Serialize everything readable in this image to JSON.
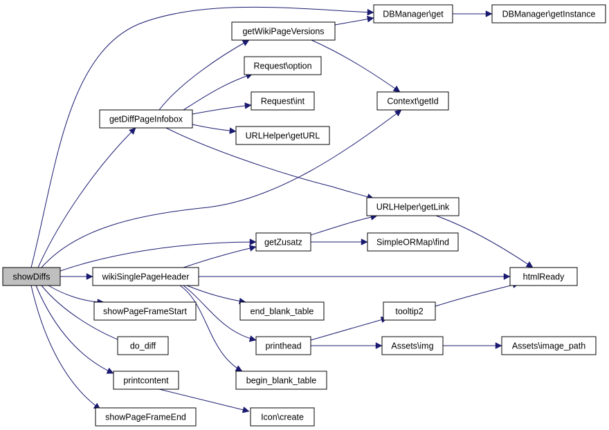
{
  "graph": {
    "root": "showDiffs",
    "colors": {
      "edge": "#191970",
      "root_fill": "#bfbfbf",
      "node_fill": "#ffffff",
      "node_stroke": "#000000"
    },
    "nodes": [
      {
        "id": "showDiffs",
        "label": "showDiffs"
      },
      {
        "id": "getDiffPageInfobox",
        "label": "getDiffPageInfobox"
      },
      {
        "id": "getWikiPageVersions",
        "label": "getWikiPageVersions"
      },
      {
        "id": "DBManagerGet",
        "label": "DBManager\\get"
      },
      {
        "id": "DBManagerGetInstance",
        "label": "DBManager\\getInstance"
      },
      {
        "id": "RequestOption",
        "label": "Request\\option"
      },
      {
        "id": "RequestInt",
        "label": "Request\\int"
      },
      {
        "id": "ContextGetId",
        "label": "Context\\getId"
      },
      {
        "id": "URLHelperGetURL",
        "label": "URLHelper\\getURL"
      },
      {
        "id": "URLHelperGetLink",
        "label": "URLHelper\\getLink"
      },
      {
        "id": "getZusatz",
        "label": "getZusatz"
      },
      {
        "id": "SimpleORMapFind",
        "label": "SimpleORMap\\find"
      },
      {
        "id": "wikiSinglePageHeader",
        "label": "wikiSinglePageHeader"
      },
      {
        "id": "htmlReady",
        "label": "htmlReady"
      },
      {
        "id": "showPageFrameStart",
        "label": "showPageFrameStart"
      },
      {
        "id": "endBlankTable",
        "label": "end_blank_table"
      },
      {
        "id": "tooltip2",
        "label": "tooltip2"
      },
      {
        "id": "doDiff",
        "label": "do_diff"
      },
      {
        "id": "printhead",
        "label": "printhead"
      },
      {
        "id": "AssetsImg",
        "label": "Assets\\img"
      },
      {
        "id": "AssetsImagePath",
        "label": "Assets\\image_path"
      },
      {
        "id": "printcontent",
        "label": "printcontent"
      },
      {
        "id": "beginBlankTable",
        "label": "begin_blank_table"
      },
      {
        "id": "showPageFrameEnd",
        "label": "showPageFrameEnd"
      },
      {
        "id": "IconCreate",
        "label": "Icon\\create"
      }
    ],
    "edges": [
      {
        "from": "showDiffs",
        "to": "DBManagerGet"
      },
      {
        "from": "showDiffs",
        "to": "getDiffPageInfobox"
      },
      {
        "from": "showDiffs",
        "to": "ContextGetId"
      },
      {
        "from": "showDiffs",
        "to": "getZusatz"
      },
      {
        "from": "showDiffs",
        "to": "wikiSinglePageHeader"
      },
      {
        "from": "showDiffs",
        "to": "showPageFrameStart"
      },
      {
        "from": "showDiffs",
        "to": "doDiff"
      },
      {
        "from": "showDiffs",
        "to": "printcontent"
      },
      {
        "from": "showDiffs",
        "to": "showPageFrameEnd"
      },
      {
        "from": "getDiffPageInfobox",
        "to": "getWikiPageVersions"
      },
      {
        "from": "getDiffPageInfobox",
        "to": "RequestOption"
      },
      {
        "from": "getDiffPageInfobox",
        "to": "RequestInt"
      },
      {
        "from": "getDiffPageInfobox",
        "to": "URLHelperGetURL"
      },
      {
        "from": "getDiffPageInfobox",
        "to": "URLHelperGetLink"
      },
      {
        "from": "getWikiPageVersions",
        "to": "DBManagerGet"
      },
      {
        "from": "getWikiPageVersions",
        "to": "ContextGetId"
      },
      {
        "from": "DBManagerGet",
        "to": "DBManagerGetInstance"
      },
      {
        "from": "URLHelperGetLink",
        "to": "htmlReady"
      },
      {
        "from": "getZusatz",
        "to": "URLHelperGetLink"
      },
      {
        "from": "getZusatz",
        "to": "SimpleORMapFind"
      },
      {
        "from": "wikiSinglePageHeader",
        "to": "getZusatz"
      },
      {
        "from": "wikiSinglePageHeader",
        "to": "htmlReady"
      },
      {
        "from": "wikiSinglePageHeader",
        "to": "endBlankTable"
      },
      {
        "from": "wikiSinglePageHeader",
        "to": "printhead"
      },
      {
        "from": "wikiSinglePageHeader",
        "to": "beginBlankTable"
      },
      {
        "from": "tooltip2",
        "to": "htmlReady"
      },
      {
        "from": "printhead",
        "to": "tooltip2"
      },
      {
        "from": "printhead",
        "to": "AssetsImg"
      },
      {
        "from": "AssetsImg",
        "to": "AssetsImagePath"
      },
      {
        "from": "printcontent",
        "to": "IconCreate"
      }
    ]
  }
}
